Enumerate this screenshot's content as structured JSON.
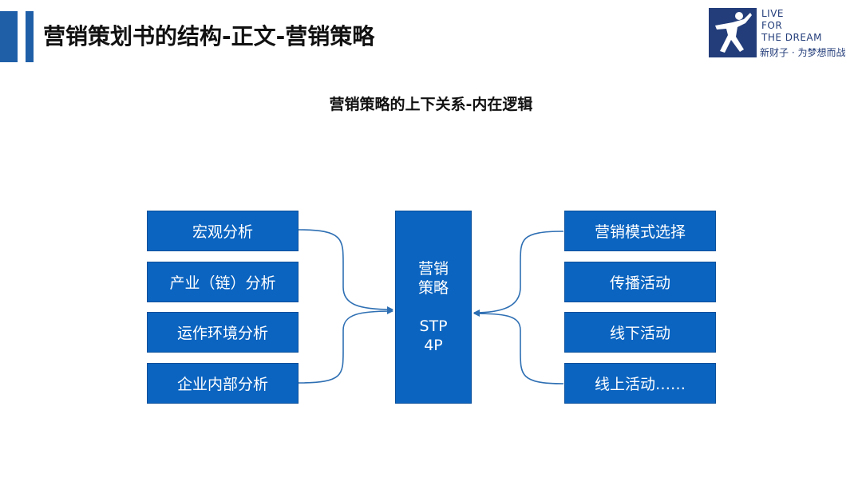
{
  "header": {
    "title": "营销策划书的结构-正文-营销策略"
  },
  "logo": {
    "line1": "LIVE",
    "line2": "FOR",
    "line3": "THE DREAM",
    "subtitle": "新财子 · 为梦想而战"
  },
  "diagram": {
    "subtitle": "营销策略的上下关系-内在逻辑",
    "left_boxes": [
      "宏观分析",
      "产业（链）分析",
      "运作环境分析",
      "企业内部分析"
    ],
    "center_box": {
      "line1": "营销",
      "line2": "策略",
      "line3": "STP",
      "line4": "4P"
    },
    "right_boxes": [
      "营销模式选择",
      "传播活动",
      "线下活动",
      "线上活动……"
    ]
  },
  "colors": {
    "box_fill": "#0b64c0",
    "accent": "#1f5fa8",
    "logo": "#233d7a"
  }
}
